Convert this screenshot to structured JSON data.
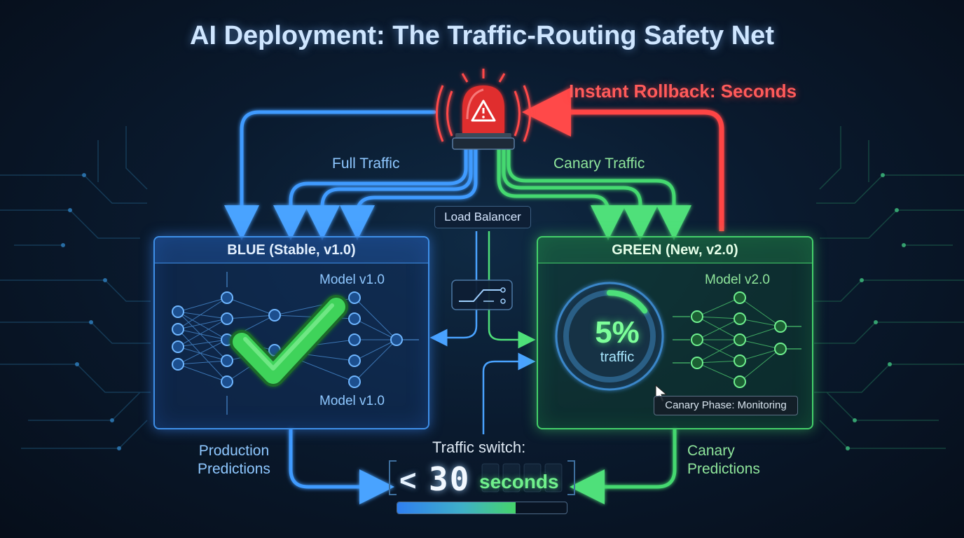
{
  "title": "AI Deployment: The Traffic-Routing Safety Net",
  "rollback_label": "Instant Rollback: Seconds",
  "full_traffic_label": "Full Traffic",
  "canary_traffic_label": "Canary Traffic",
  "load_balancer_label": "Load Balancer",
  "blue_panel": {
    "header": "BLUE (Stable, v1.0)",
    "model_top": "Model v1.0",
    "model_bottom": "Model v1.0",
    "status_icon": "check-icon"
  },
  "green_panel": {
    "header": "GREEN (New, v2.0)",
    "model_label": "Model v2.0",
    "traffic_percent": "5%",
    "traffic_word": "traffic",
    "traffic_fraction": 0.05,
    "phase_label": "Canary Phase: Monitoring"
  },
  "production_label_line1": "Production",
  "production_label_line2": "Predictions",
  "canary_pred_line1": "Canary",
  "canary_pred_line2": "Predictions",
  "switch_label": "Traffic switch:",
  "timer": {
    "less_than": "<",
    "digits": "30",
    "unit": "seconds",
    "progress": 0.7
  },
  "colors": {
    "blue": "#3e8fe8",
    "green": "#44d06a",
    "red": "#ff4a4a",
    "title": "#cfe6ff"
  },
  "icons": [
    "alarm-siren-icon",
    "warning-triangle-icon",
    "check-icon",
    "switch-icon",
    "cursor-icon"
  ]
}
